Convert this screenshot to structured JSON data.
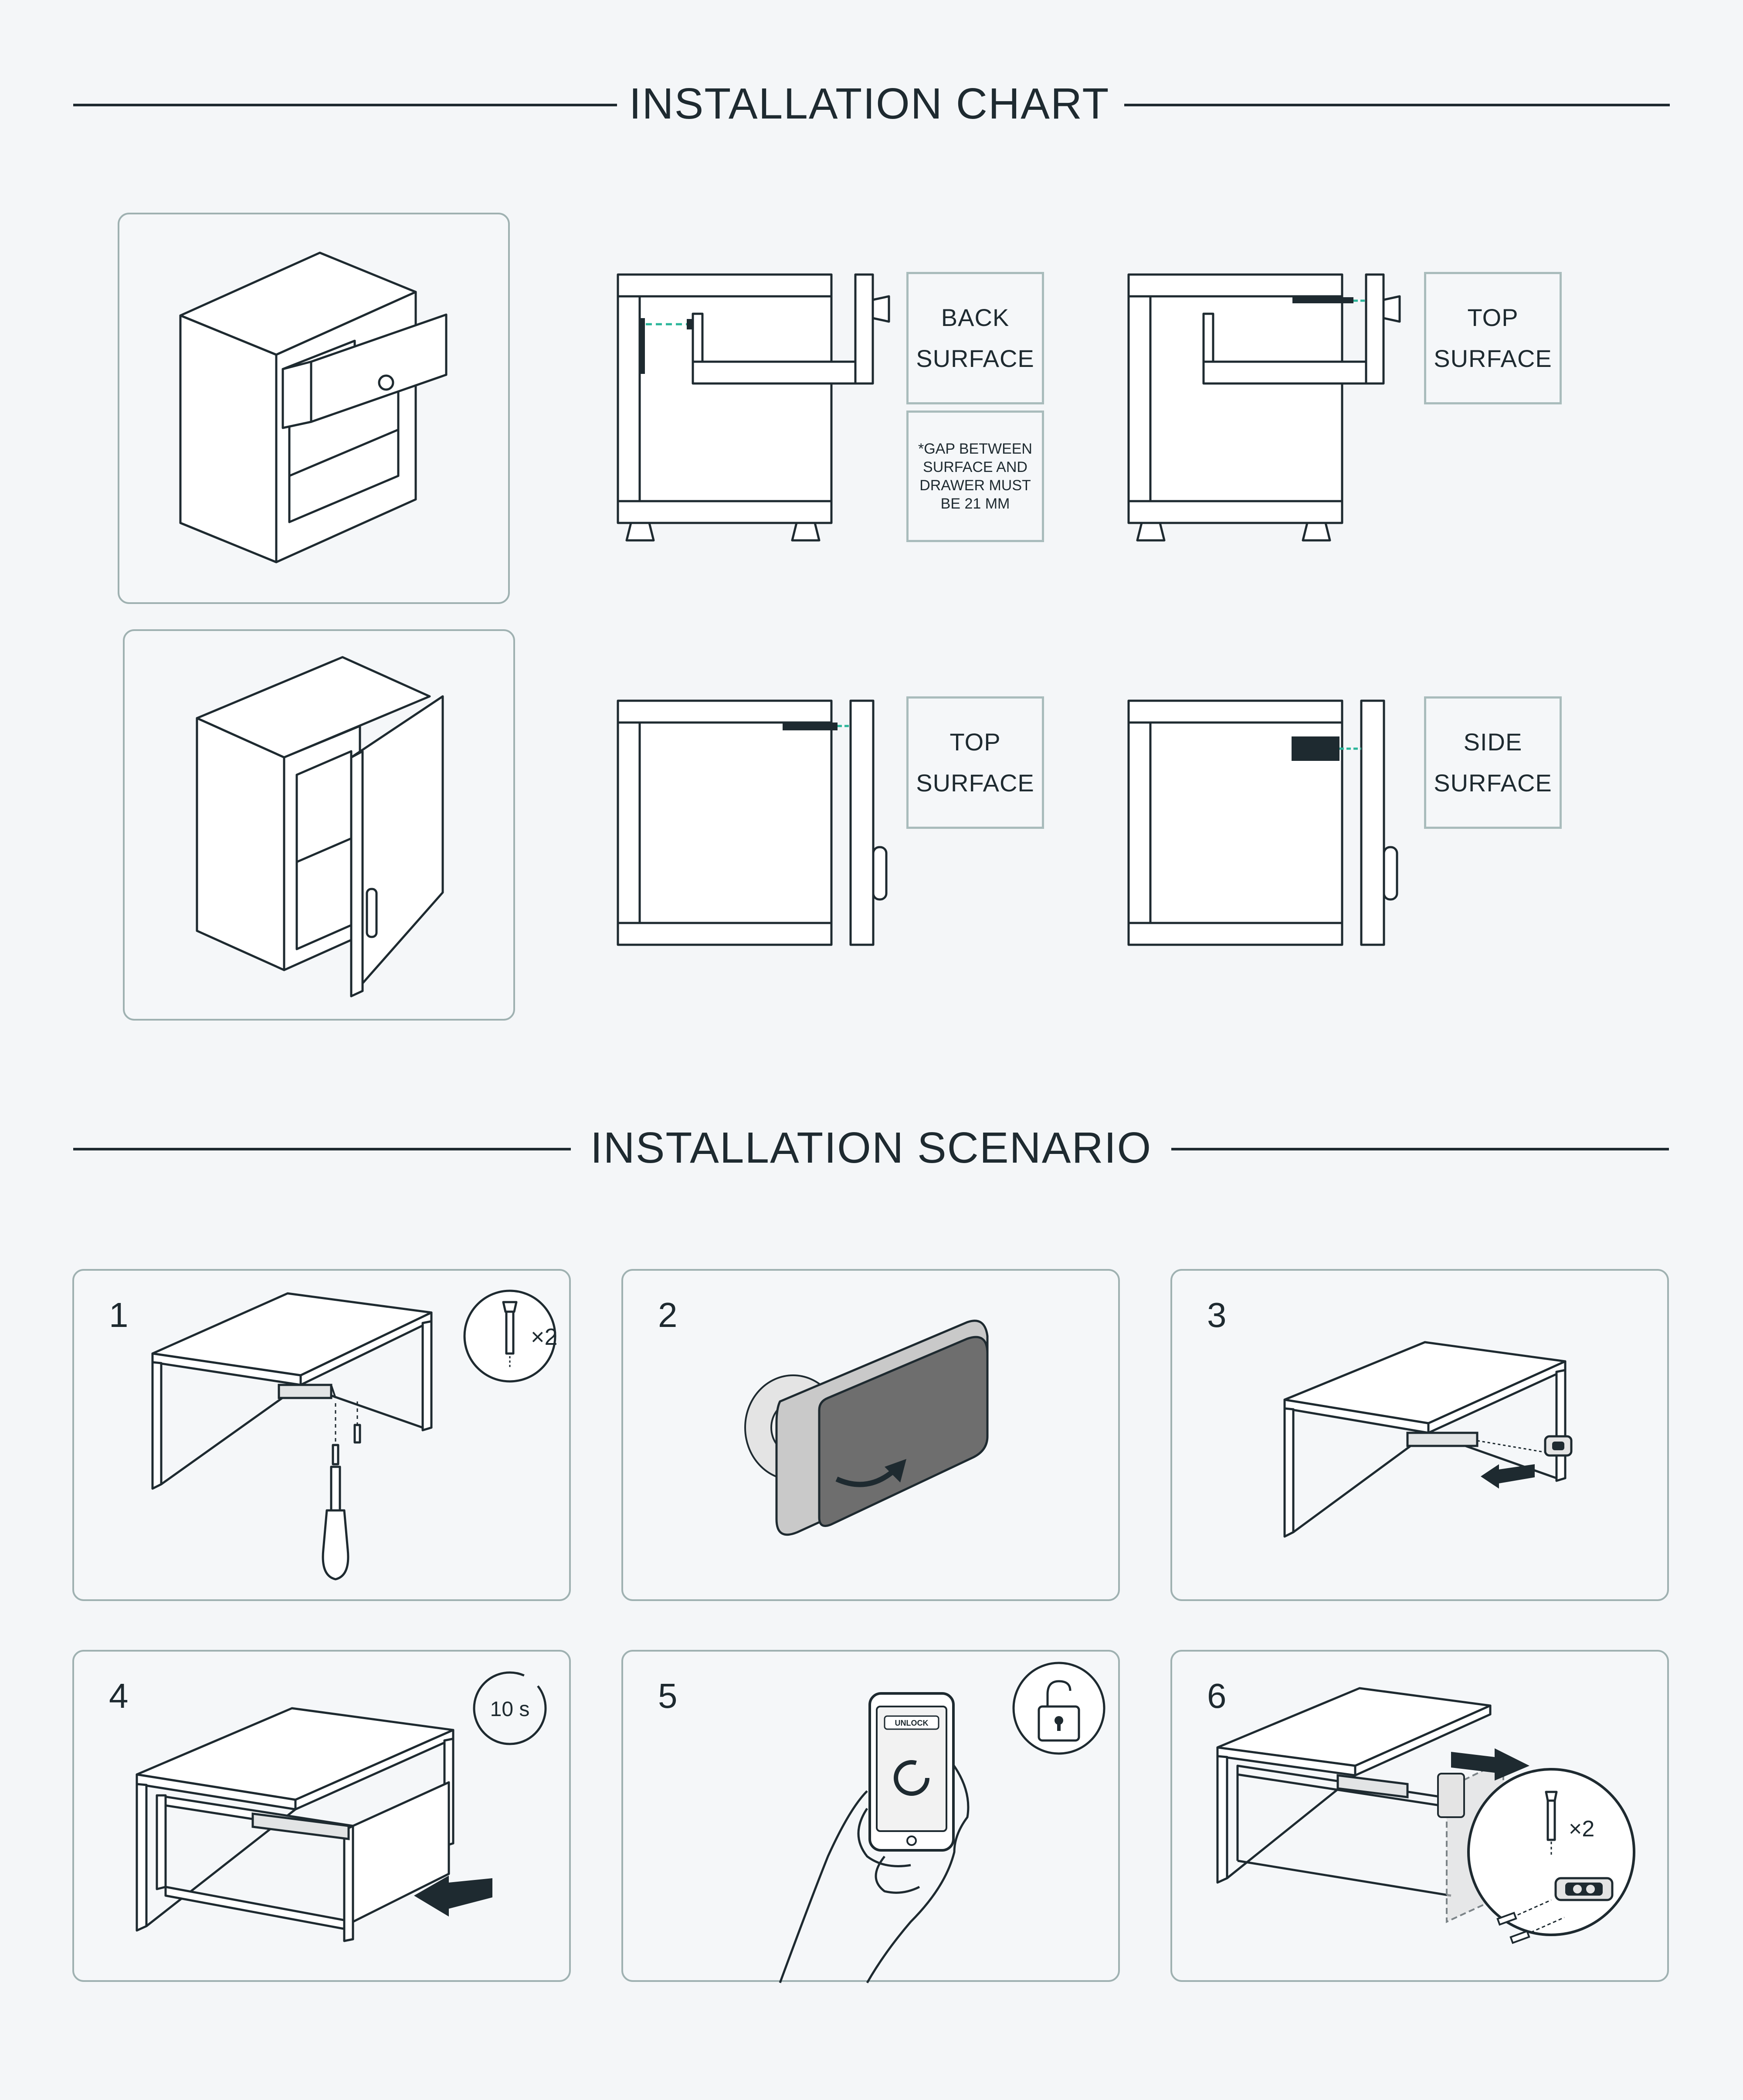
{
  "chart_section": {
    "title": "INSTALLATION CHART"
  },
  "scenario_section": {
    "title": "INSTALLATION SCENARIO"
  },
  "chart_labels": {
    "drawer_back": [
      "BACK",
      "SURFACE"
    ],
    "drawer_top": [
      "TOP",
      "SURFACE"
    ],
    "door_top": [
      "TOP",
      "SURFACE"
    ],
    "door_side": [
      "SIDE",
      "SURFACE"
    ]
  },
  "gap_note": "*GAP BETWEEN SURFACE AND DRAWER MUST BE 21 MM",
  "steps": [
    {
      "number": "1",
      "badge": "×2"
    },
    {
      "number": "2"
    },
    {
      "number": "3"
    },
    {
      "number": "4",
      "badge": "10 s"
    },
    {
      "number": "5",
      "phone_text": "UNLOCK"
    },
    {
      "number": "6",
      "badge": "×2"
    }
  ],
  "colors": {
    "background": "#f4f6f8",
    "line": "#1e2a30",
    "card_border": "#9fb1b1",
    "accent_teal": "#2bb59a",
    "dark_fill": "#6e6e6e"
  }
}
